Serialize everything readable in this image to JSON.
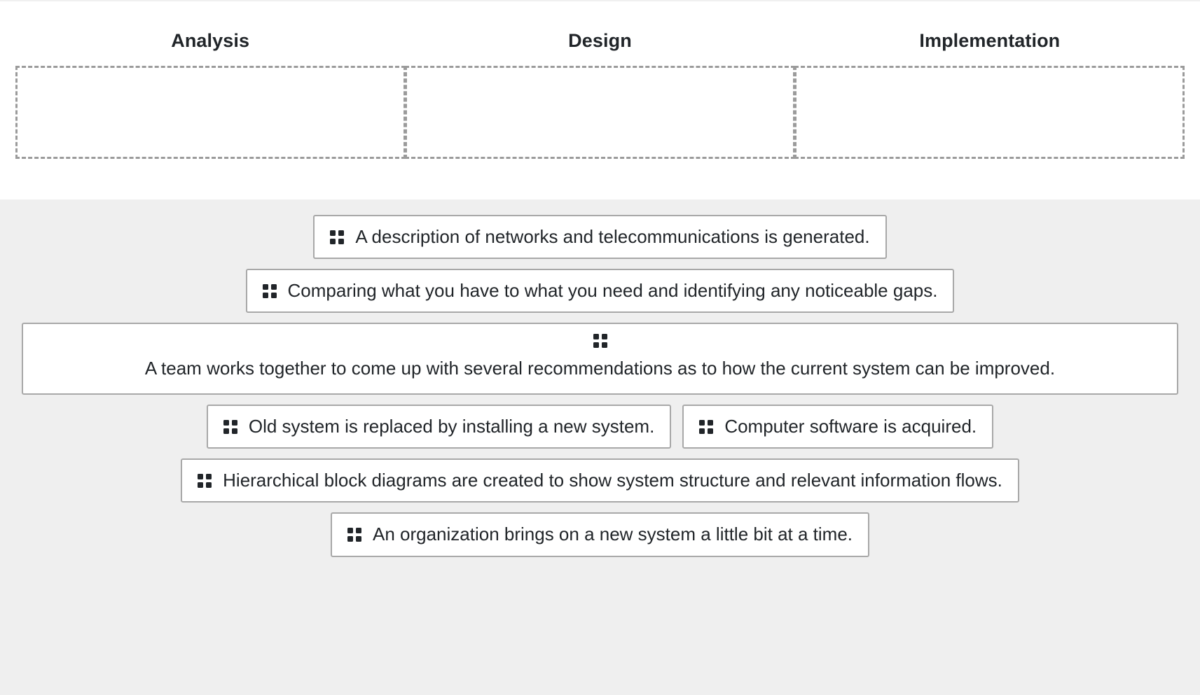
{
  "columns": [
    {
      "label": "Analysis",
      "dropzone_name": "dropzone-analysis"
    },
    {
      "label": "Design",
      "dropzone_name": "dropzone-design"
    },
    {
      "label": "Implementation",
      "dropzone_name": "dropzone-implementation"
    }
  ],
  "bank": {
    "handle_icon": "drag-handle-icon",
    "items": [
      {
        "id": 1,
        "text": "A description of networks and telecommunications is generated."
      },
      {
        "id": 2,
        "text": "Comparing what you have to what you need and identifying any noticeable gaps."
      },
      {
        "id": 3,
        "text": "A team works together to come up with several recommendations as to how the current system can be improved."
      },
      {
        "id": 4,
        "text": "Old system is replaced by installing a new system."
      },
      {
        "id": 5,
        "text": "Computer software is acquired."
      },
      {
        "id": 6,
        "text": "Hierarchical block diagrams are created to show system structure and relevant information flows."
      },
      {
        "id": 7,
        "text": "An organization brings on a new system a little bit at a time."
      }
    ]
  },
  "colors": {
    "page_background": "#ffffff",
    "bank_background": "#efefef",
    "card_background": "#ffffff",
    "card_border": "#a8a8a8",
    "dropzone_border": "#9b9b9b",
    "text": "#212529",
    "handle": "#212529"
  }
}
